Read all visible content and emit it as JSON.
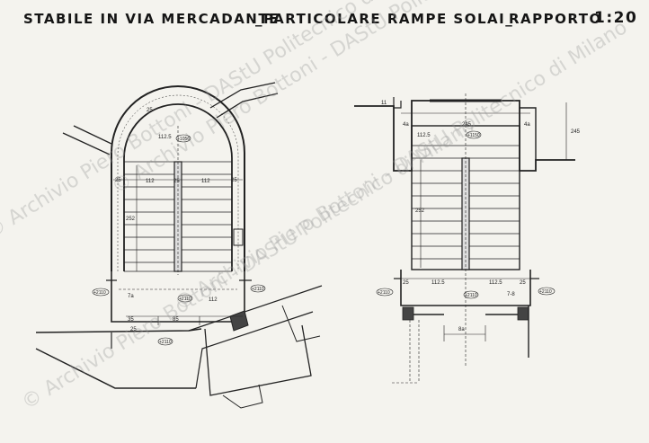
{
  "title": {
    "building": "STABILE IN VIA MERCADANTE",
    "detail": "_PARTICOLARE RAMPE SOLAI_",
    "ratio_label": "RAPPORTO",
    "ratio_value": "1:20"
  },
  "left_plan": {
    "dims": {
      "arch_top": "25",
      "crown": "112.5",
      "left_margin": "25",
      "tread_left": "112",
      "middle": "25",
      "tread_right": "112",
      "right_margin": "25",
      "depth": "252",
      "bottom_a": "35",
      "bottom_b": "85",
      "bottom_c": "25",
      "landing_left": "7a",
      "landing_right": "112"
    },
    "levels": {
      "top": "+1056",
      "left": "+2110",
      "center": "+2110",
      "right": "+2110",
      "bottom": "+2110"
    }
  },
  "right_plan": {
    "dims": {
      "top_left": "11",
      "left_wall": "4a",
      "stair_width": "245",
      "right_wall": "4a",
      "side_height": "245",
      "crown": "112.5",
      "depth": "252",
      "bottom_left": "25",
      "bottom_tread_left": "112.5",
      "bottom_tread_right": "112.5",
      "bottom_right": "25",
      "bottom_detail": "7-8",
      "below": "8a"
    },
    "levels": {
      "top": "+1150",
      "left": "+2110",
      "center": "+2110",
      "right": "+2110"
    }
  },
  "watermark": "© Archivio Piero Bottoni - DAStU Politecnico di Milano"
}
